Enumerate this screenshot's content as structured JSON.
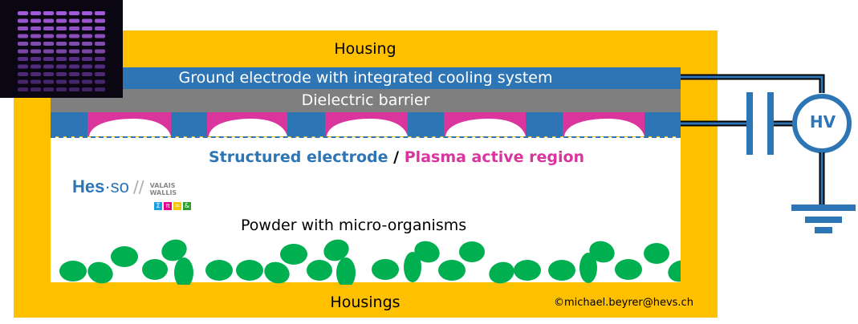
{
  "housing": {
    "top_label": "Housing",
    "bottom_label": "Housings",
    "color": "#ffc000"
  },
  "layers": {
    "ground_electrode": "Ground electrode with integrated cooling system",
    "dielectric_barrier": "Dielectric barrier",
    "electrode_color": "#2e75b6",
    "dielectric_color": "#7f7f7f",
    "plasma_color": "#d9359d"
  },
  "region_label": {
    "structured": "Structured electrode",
    "separator": "/",
    "plasma": "Plasma active region"
  },
  "powder_label": "Powder with micro-organisms",
  "powder_color": "#00b050",
  "circuit": {
    "source_label": "HV",
    "components": [
      "capacitor",
      "high-voltage-source",
      "ground"
    ]
  },
  "logo": {
    "name": "Hes",
    "suffix": "·so",
    "region_line1": "VALAIS",
    "region_line2": "WALLIS",
    "symbols": [
      "Σ",
      "π",
      "≈",
      "&"
    ],
    "symbol_colors": [
      "#1ba1e2",
      "#e3008c",
      "#f0c808",
      "#2ca02c"
    ]
  },
  "copyright": "©michael.beyrer@hevs.ch",
  "photo": {
    "description": "plasma discharge photo"
  }
}
